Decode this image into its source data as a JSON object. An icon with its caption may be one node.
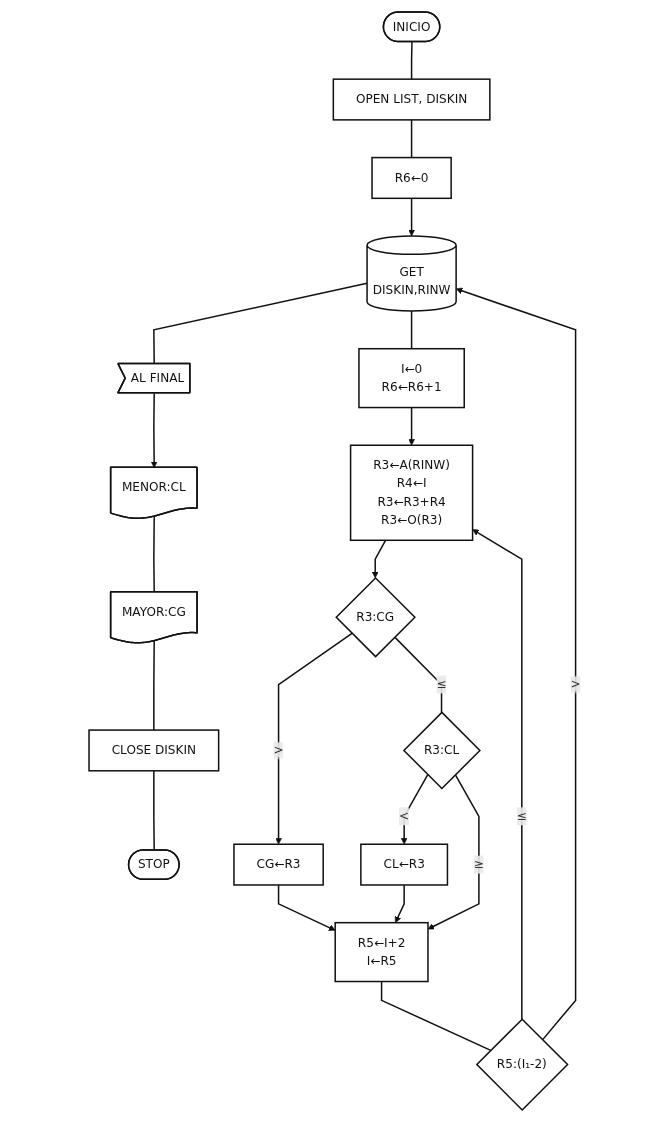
{
  "diagram": {
    "nodes": [
      {
        "text": [
          "INICIO"
        ]
      },
      {
        "text": [
          "OPEN LIST, DISKIN"
        ]
      },
      {
        "text": [
          "R6←0"
        ]
      },
      {
        "text": [
          "GET",
          "DISKIN,RINW"
        ]
      },
      {
        "text": [
          "AL FINAL"
        ]
      },
      {
        "text": [
          "I←0",
          "R6←R6+1"
        ]
      },
      {
        "text": [
          "R3←A(RINW)",
          "R4←I",
          "R3←R3+R4",
          "R3←O(R3)"
        ]
      },
      {
        "text": [
          "R3:CG"
        ]
      },
      {
        "text": [
          "CG←R3"
        ]
      },
      {
        "text": [
          "R3:CL"
        ]
      },
      {
        "text": [
          "CL←R3"
        ]
      },
      {
        "text": [
          "R5←I+2",
          "I←R5"
        ]
      },
      {
        "text": [
          "R5:(I₁-2)"
        ]
      },
      {
        "text": [
          "MENOR:CL"
        ]
      },
      {
        "text": [
          "MAYOR:CG"
        ]
      },
      {
        "text": [
          "CLOSE DISKIN"
        ]
      },
      {
        "text": [
          "STOP"
        ]
      }
    ],
    "edges": [
      {
        "from": 0,
        "to": 1,
        "arrow": "none"
      },
      {
        "from": 1,
        "to": 2,
        "arrow": "none"
      },
      {
        "from": 2,
        "to": 3,
        "arrow": "to"
      },
      {
        "from": 3,
        "to": 4,
        "arrow": "none"
      },
      {
        "from": 4,
        "to": 13,
        "arrow": "to"
      },
      {
        "from": 3,
        "to": 5,
        "arrow": "none"
      },
      {
        "from": 5,
        "to": 6,
        "arrow": "to"
      },
      {
        "from": 6,
        "to": 7,
        "arrow": "to"
      },
      {
        "from": 7,
        "to": 8,
        "arrow": "to",
        "label": ">"
      },
      {
        "from": 7,
        "to": 9,
        "arrow": "none",
        "label": "≤"
      },
      {
        "from": 9,
        "to": 10,
        "arrow": "to",
        "label": "<"
      },
      {
        "from": 9,
        "to": 11,
        "arrow": "to",
        "label": "≥"
      },
      {
        "from": 8,
        "to": 11,
        "arrow": "to"
      },
      {
        "from": 10,
        "to": 11,
        "arrow": "to"
      },
      {
        "from": 11,
        "to": 12,
        "arrow": "none"
      },
      {
        "from": 12,
        "to": 6,
        "arrow": "to",
        "label": "≤"
      },
      {
        "from": 12,
        "to": 3,
        "arrow": "to",
        "label": ">"
      },
      {
        "from": 13,
        "to": 14,
        "arrow": "none"
      },
      {
        "from": 14,
        "to": 15,
        "arrow": "none"
      },
      {
        "from": 15,
        "to": 16,
        "arrow": "none"
      }
    ]
  }
}
